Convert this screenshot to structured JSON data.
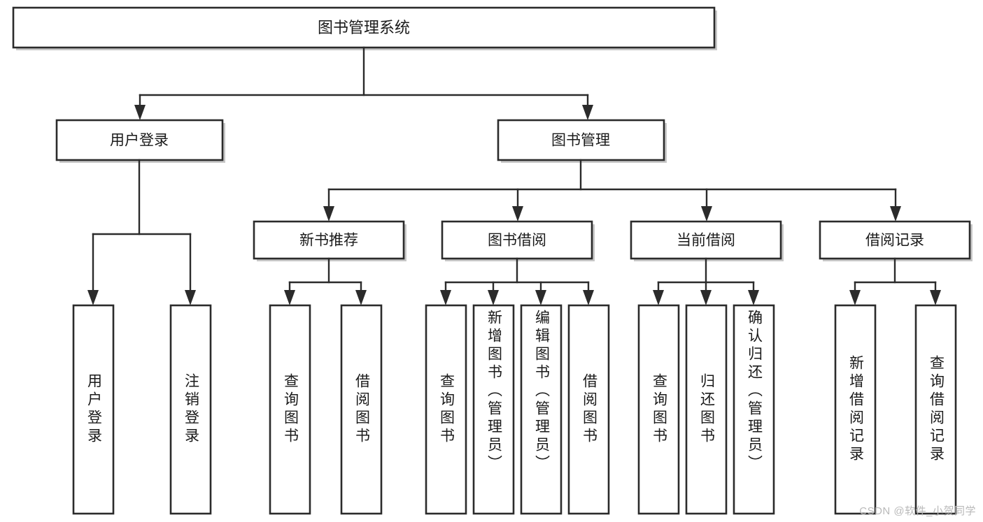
{
  "diagram": {
    "title": "图书管理系统",
    "type": "tree-hierarchy",
    "watermark": "CSDN @软件_小贺同学",
    "colors": {
      "box_stroke": "#2b2b2b",
      "box_fill": "#ffffff",
      "edge": "#2b2b2b",
      "text": "#1a1a1a",
      "watermark": "#b9b9b9",
      "background": "#ffffff"
    },
    "root": {
      "label": "图书管理系统"
    },
    "level2": [
      {
        "label": "用户登录"
      },
      {
        "label": "图书管理"
      }
    ],
    "level3": [
      {
        "label": "新书推荐"
      },
      {
        "label": "图书借阅"
      },
      {
        "label": "当前借阅"
      },
      {
        "label": "借阅记录"
      }
    ],
    "leaves": {
      "user_login": [
        {
          "label": "用户登录"
        },
        {
          "label": "注销登录"
        }
      ],
      "new_book_recommend": [
        {
          "label": "查询图书"
        },
        {
          "label": "借阅图书"
        }
      ],
      "book_borrow": [
        {
          "label": "查询图书"
        },
        {
          "label": "新增图书（管理员）"
        },
        {
          "label": "编辑图书（管理员）"
        },
        {
          "label": "借阅图书"
        }
      ],
      "current_borrow": [
        {
          "label": "查询图书"
        },
        {
          "label": "归还图书"
        },
        {
          "label": "确认归还（管理员）"
        }
      ],
      "borrow_record": [
        {
          "label": "新增借阅记录"
        },
        {
          "label": "查询借阅记录"
        }
      ]
    }
  }
}
